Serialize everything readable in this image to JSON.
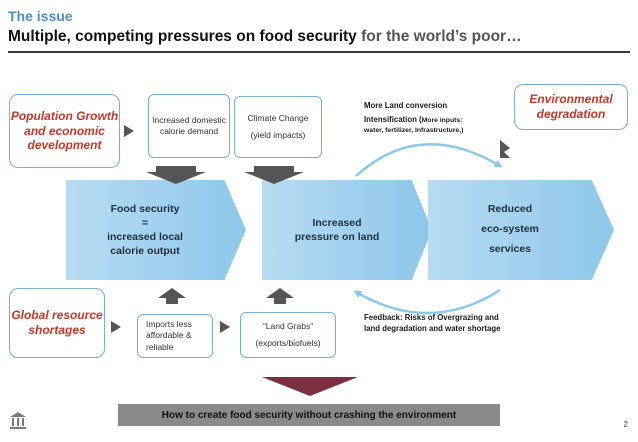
{
  "header": {
    "kicker": "The issue",
    "title_main": "Multiple, competing pressures on food security",
    "title_tail": " for the world’s poor…"
  },
  "pressures": {
    "population": "Population Growth and economic development",
    "environmental": "Environmental degradation",
    "global": "Global resource shortages"
  },
  "drivers": {
    "calorie_demand": "Increased domestic calorie demand",
    "climate_change": "Climate Change",
    "climate_change_sub": "(yield impacts)",
    "imports": "Imports less affordable & reliable",
    "land_grabs": "“Land Grabs”",
    "land_grabs_sub": "(exports/biofuels)"
  },
  "chevrons": {
    "food_security_l1": "Food security",
    "food_security_l2": "=",
    "food_security_l3": "increased  local",
    "food_security_l4": "calorie output",
    "pressure_land_l1": "Increased",
    "pressure_land_l2": "pressure on land",
    "eco_l1": "Reduced",
    "eco_l2": "eco-system",
    "eco_l3": "services"
  },
  "notes": {
    "land_conversion": "More Land conversion",
    "intensification": "Intensification (",
    "intensification_detail": "More inputs:",
    "intensification_detail2": "water, fertilizer, Infrastructure,)",
    "feedback_l1": "Feedback: Risks of Overgrazing and",
    "feedback_l2": "land degradation and water shortage"
  },
  "footer": {
    "question": "How to create food security without crashing the environment",
    "page_number": "2"
  },
  "colors": {
    "accent_blue": "#4a8fc0",
    "pressure_red": "#c0392b",
    "chevron_blue": "#8cc7ea",
    "arrow_gray": "#555555",
    "footer_gray": "#8a8a8a",
    "down_arrow": "#7a3040"
  },
  "icons": {
    "logo": "institution-building-icon"
  }
}
